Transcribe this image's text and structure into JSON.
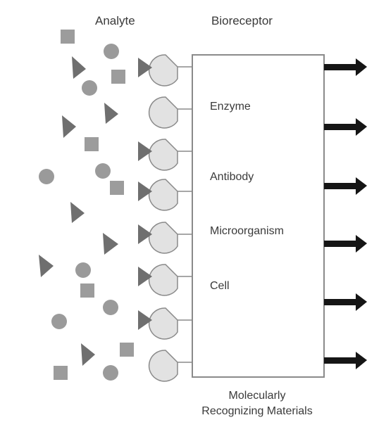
{
  "header": {
    "analyte_label": "Analyte",
    "bioreceptor_label": "Bioreceptor"
  },
  "box": {
    "items": [
      "Enzyme",
      "Antibody",
      "Microorganism",
      "Cell"
    ]
  },
  "footer": {
    "line1": "Molecularly",
    "line2": "Recognizing Materials"
  },
  "colors": {
    "circle": "#9a9a9a",
    "square": "#9c9c9c",
    "triangle": "#6f6f6f",
    "receptor_fill": "#e2e2e2",
    "receptor_stroke": "#8a8a8a",
    "arrow": "#151515",
    "box_stroke": "#8a8a8a"
  },
  "shape_names": [
    "circle-analyte",
    "square-analyte",
    "triangle-analyte",
    "pacman-receptor",
    "output-arrow"
  ]
}
